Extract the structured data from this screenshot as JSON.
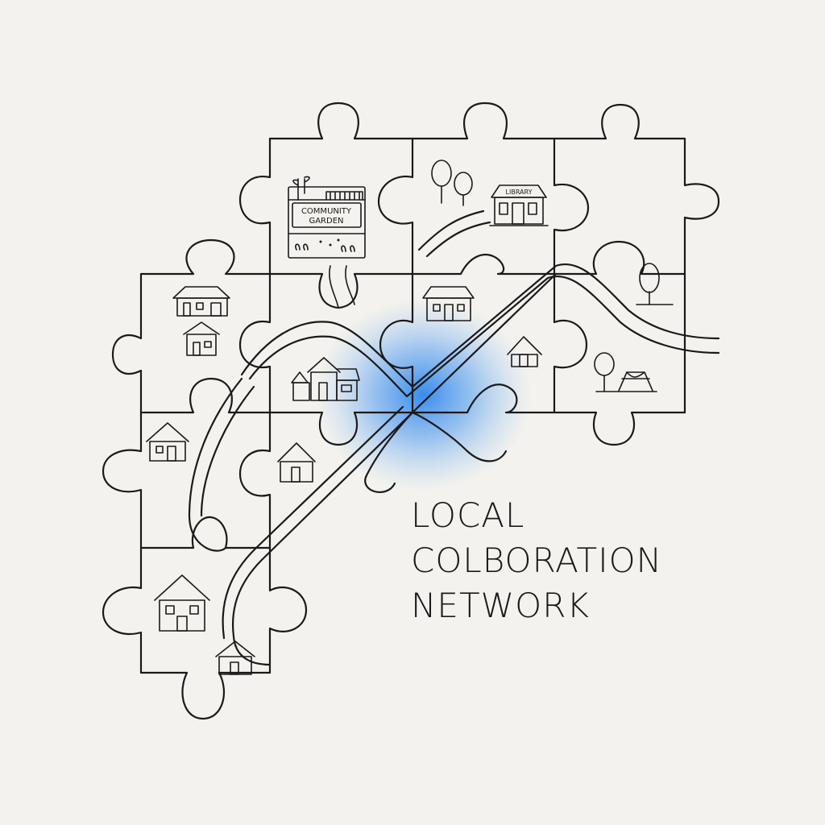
{
  "title_lines": [
    "LOCAL",
    "COLBORATION",
    "NETWORK"
  ],
  "labels": {
    "community_garden_line1": "COMMUNITY",
    "community_garden_line2": "GARDEN",
    "library": "LIBRARY"
  },
  "colors": {
    "background": "#f4f2ee",
    "ink": "#1a1a1a",
    "accent_glow": "#3b8ff0"
  },
  "icons": [
    "house-icon",
    "tree-icon",
    "library-icon",
    "garden-icon",
    "playground-icon"
  ]
}
